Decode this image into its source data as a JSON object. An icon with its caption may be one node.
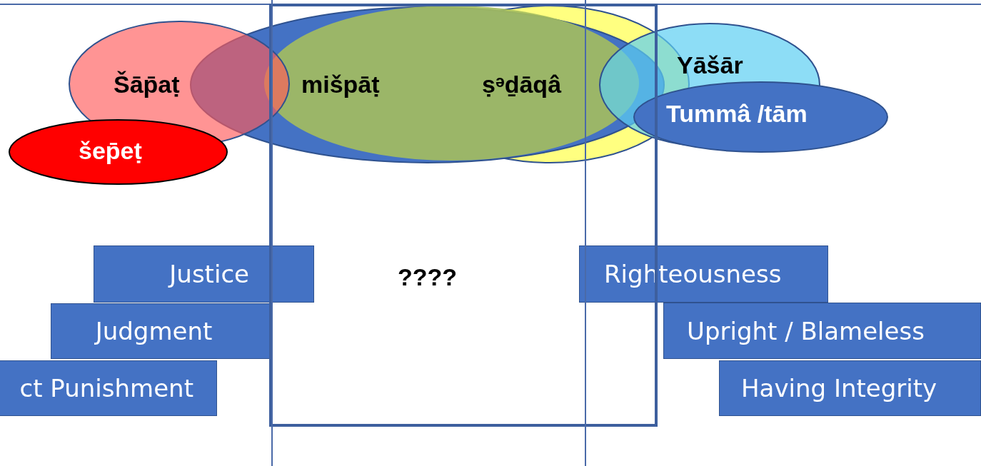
{
  "diagram": {
    "nodes": [
      {
        "text": [
          "mišpāṭ"
        ]
      },
      {
        "text": [
          "ṣᵊḏāqâ"
        ]
      },
      {
        "text": [
          "Šāp̄aṭ"
        ]
      },
      {
        "text": [
          "šep̄eṭ"
        ]
      },
      {
        "text": [
          "Yāšār"
        ]
      },
      {
        "text": [
          "Tummâ /tām"
        ]
      },
      {
        "text": [
          "????"
        ]
      },
      {
        "text": [
          "Justice"
        ]
      },
      {
        "text": [
          "Judgment"
        ]
      },
      {
        "text": [
          "ct Punishment"
        ]
      },
      {
        "text": [
          "Righteousness"
        ]
      },
      {
        "text": [
          "Upright / Blameless"
        ]
      },
      {
        "text": [
          "Having Integrity"
        ]
      }
    ]
  }
}
